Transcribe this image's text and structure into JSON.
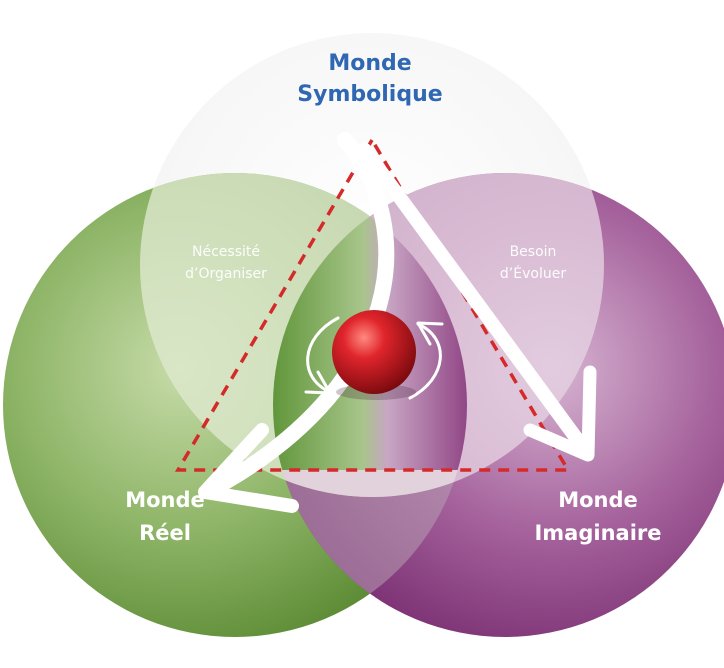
{
  "labels": {
    "symbolique_line1": "Monde",
    "symbolique_line2": "Symbolique",
    "reel_line1": "Monde",
    "reel_line2": "Réel",
    "imaginaire_line1": "Monde",
    "imaginaire_line2": "Imaginaire",
    "necessite_line1": "Nécessité",
    "necessite_line2": "d’Organiser",
    "besoin_line1": "Besoin",
    "besoin_line2": "d’Évoluer"
  },
  "colors": {
    "title": "#2f67b3",
    "green": "#6b9a3f",
    "purple": "#8a3d82",
    "red_dash": "#d42a2a",
    "sphere": "#c8141c"
  },
  "icons": {
    "center": "rotating-sphere-icon",
    "arrows": "curved-arrow-icon"
  }
}
